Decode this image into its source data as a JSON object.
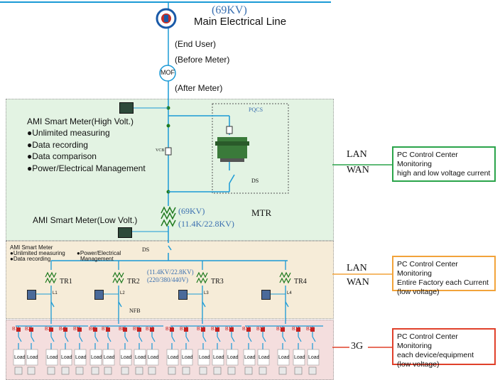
{
  "header": {
    "voltage": "(69KV)",
    "title": "Main Electrical Line",
    "end_user": "(End User)",
    "before_meter": "(Before Meter)",
    "mof": "MOF",
    "after_meter": "(After Meter)"
  },
  "high_volt": {
    "title": "AMI Smart Meter(High Volt.)",
    "features": [
      "●Unlimited measuring",
      "●Data recording",
      "●Data comparison",
      "●Power/Electrical Management"
    ],
    "pqcs": "PQCS",
    "vcb": "VCB",
    "ds": "DS",
    "mtr": "MTR"
  },
  "low_volt": {
    "title": "AMI Smart Meter(Low Volt.)",
    "v1": "(69KV)",
    "v2": "(11.4K/22.8KV)"
  },
  "factory": {
    "title": "AMI Smart Meter",
    "f1": "●Unlimited measuring",
    "f2": "●Data recording",
    "f3": "●Power/Electrical",
    "f3b": "Management",
    "ds": "DS",
    "v1": "(11.4KV/22.8KV)",
    "v2": "(220/380/440V)",
    "transformers": [
      "TR1",
      "TR2",
      "TR3",
      "TR4"
    ],
    "meters": [
      "L1",
      "L2",
      "L3",
      "L4"
    ],
    "nfb": "NFB"
  },
  "devices": {
    "breakers": [
      "B1",
      "B2",
      "B3",
      "B4",
      "B5",
      "B6",
      "B7",
      "B8",
      "B9",
      "B10",
      "B11",
      "B12",
      "B13",
      "B14",
      "B15",
      "B16",
      "B17",
      "B18",
      "B19",
      "B20"
    ],
    "load_label": "Load"
  },
  "links": {
    "lan": "LAN",
    "wan": "WAN",
    "g3": "3G"
  },
  "pc_boxes": [
    {
      "lines": [
        "PC Control Center Monitoring",
        "high and low voltage current"
      ],
      "color": "#2aa44a"
    },
    {
      "lines": [
        "PC Control Center Monitoring",
        "Entire Factory each Current",
        "(low voltage)"
      ],
      "color": "#f2a33a"
    },
    {
      "lines": [
        "PC Control Center Monitoring",
        "each device/equipment",
        "(low voltage)"
      ],
      "color": "#e0402a"
    }
  ],
  "colors": {
    "line_blue": "#1a9ad6",
    "bus_green": "#1f7a1f",
    "breaker_red": "#c22222"
  }
}
